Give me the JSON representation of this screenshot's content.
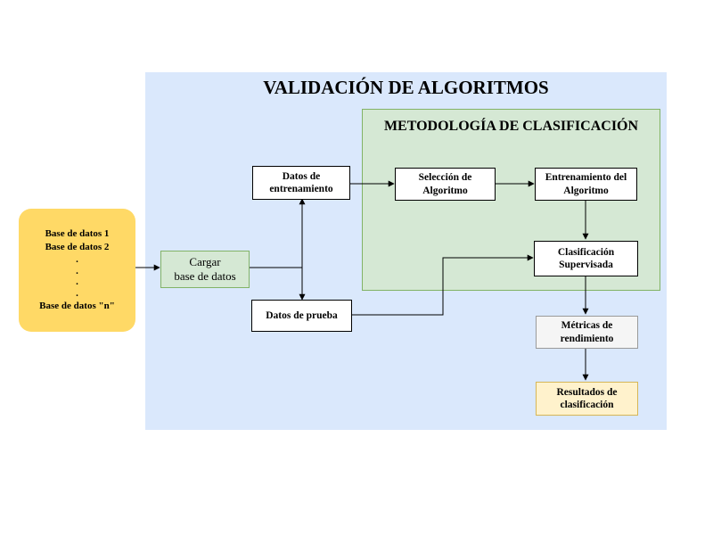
{
  "title": "VALIDACIÓN DE ALGORITMOS",
  "method_title": "METODOLOGÍA DE CLASIFICACIÓN",
  "sources": {
    "item1": "Base de datos 1",
    "item2": "Base de datos 2",
    "dot1": ".",
    "dot2": ".",
    "dot3": ".",
    "dot4": ".",
    "itemN": "Base de datos \"n\""
  },
  "nodes": {
    "load": "Cargar\nbase de datos",
    "train_data": "Datos de\nentrenamiento",
    "test_data": "Datos de prueba",
    "selection": "Selección de\nAlgoritmo",
    "training": "Entrenamiento del\nAlgoritmo",
    "classification": "Clasificación\nSupervisada",
    "metrics": "Métricas de\nrendimiento",
    "results": "Resultados de\nclasificación"
  },
  "colors": {
    "main_region": "#dae8fc",
    "method_region": "#d5e8d4",
    "sources_box": "#ffd966",
    "metrics_box": "#f5f5f5",
    "results_box": "#fff2cc"
  }
}
